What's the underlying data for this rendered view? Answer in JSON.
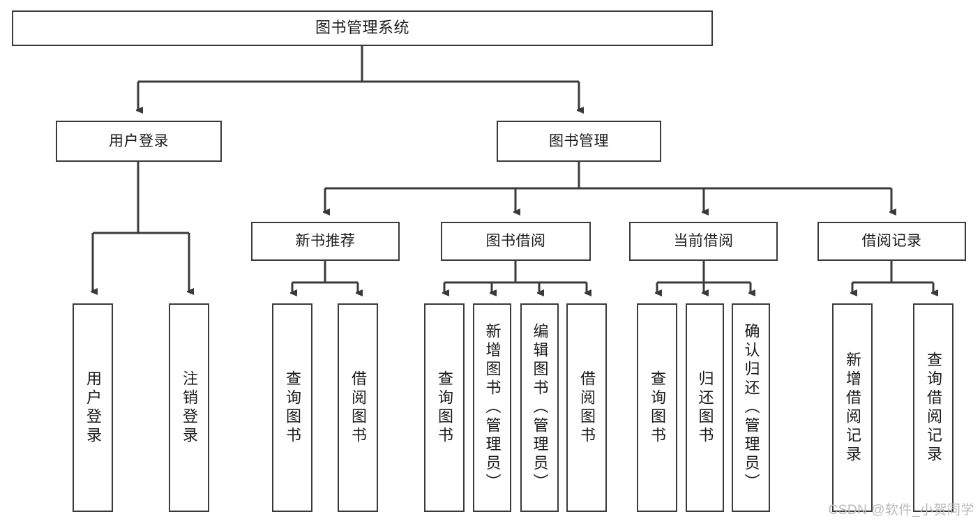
{
  "diagram": {
    "type": "tree-hierarchy",
    "title": "图书管理系统",
    "stroke_color": "#3a3a3a",
    "background_color": "#ffffff",
    "nodes": {
      "root": {
        "label": "图书管理系统"
      },
      "level2": [
        {
          "label": "用户登录"
        },
        {
          "label": "图书管理"
        }
      ],
      "level3": [
        {
          "label": "新书推荐"
        },
        {
          "label": "图书借阅"
        },
        {
          "label": "当前借阅"
        },
        {
          "label": "借阅记录"
        }
      ],
      "leaves_user_login": [
        {
          "label": "用户登录"
        },
        {
          "label": "注销登录"
        }
      ],
      "leaves_new_books": [
        {
          "label": "查询图书"
        },
        {
          "label": "借阅图书"
        }
      ],
      "leaves_borrow": [
        {
          "label": "查询图书"
        },
        {
          "label": "新增图书（管理员）"
        },
        {
          "label": "编辑图书（管理员）"
        },
        {
          "label": "借阅图书"
        }
      ],
      "leaves_current": [
        {
          "label": "查询图书"
        },
        {
          "label": "归还图书"
        },
        {
          "label": "确认归还（管理员）"
        }
      ],
      "leaves_records": [
        {
          "label": "新增借阅记录"
        },
        {
          "label": "查询借阅记录"
        }
      ]
    }
  },
  "watermark": {
    "text": "CSDN @软件_小贺同学"
  }
}
